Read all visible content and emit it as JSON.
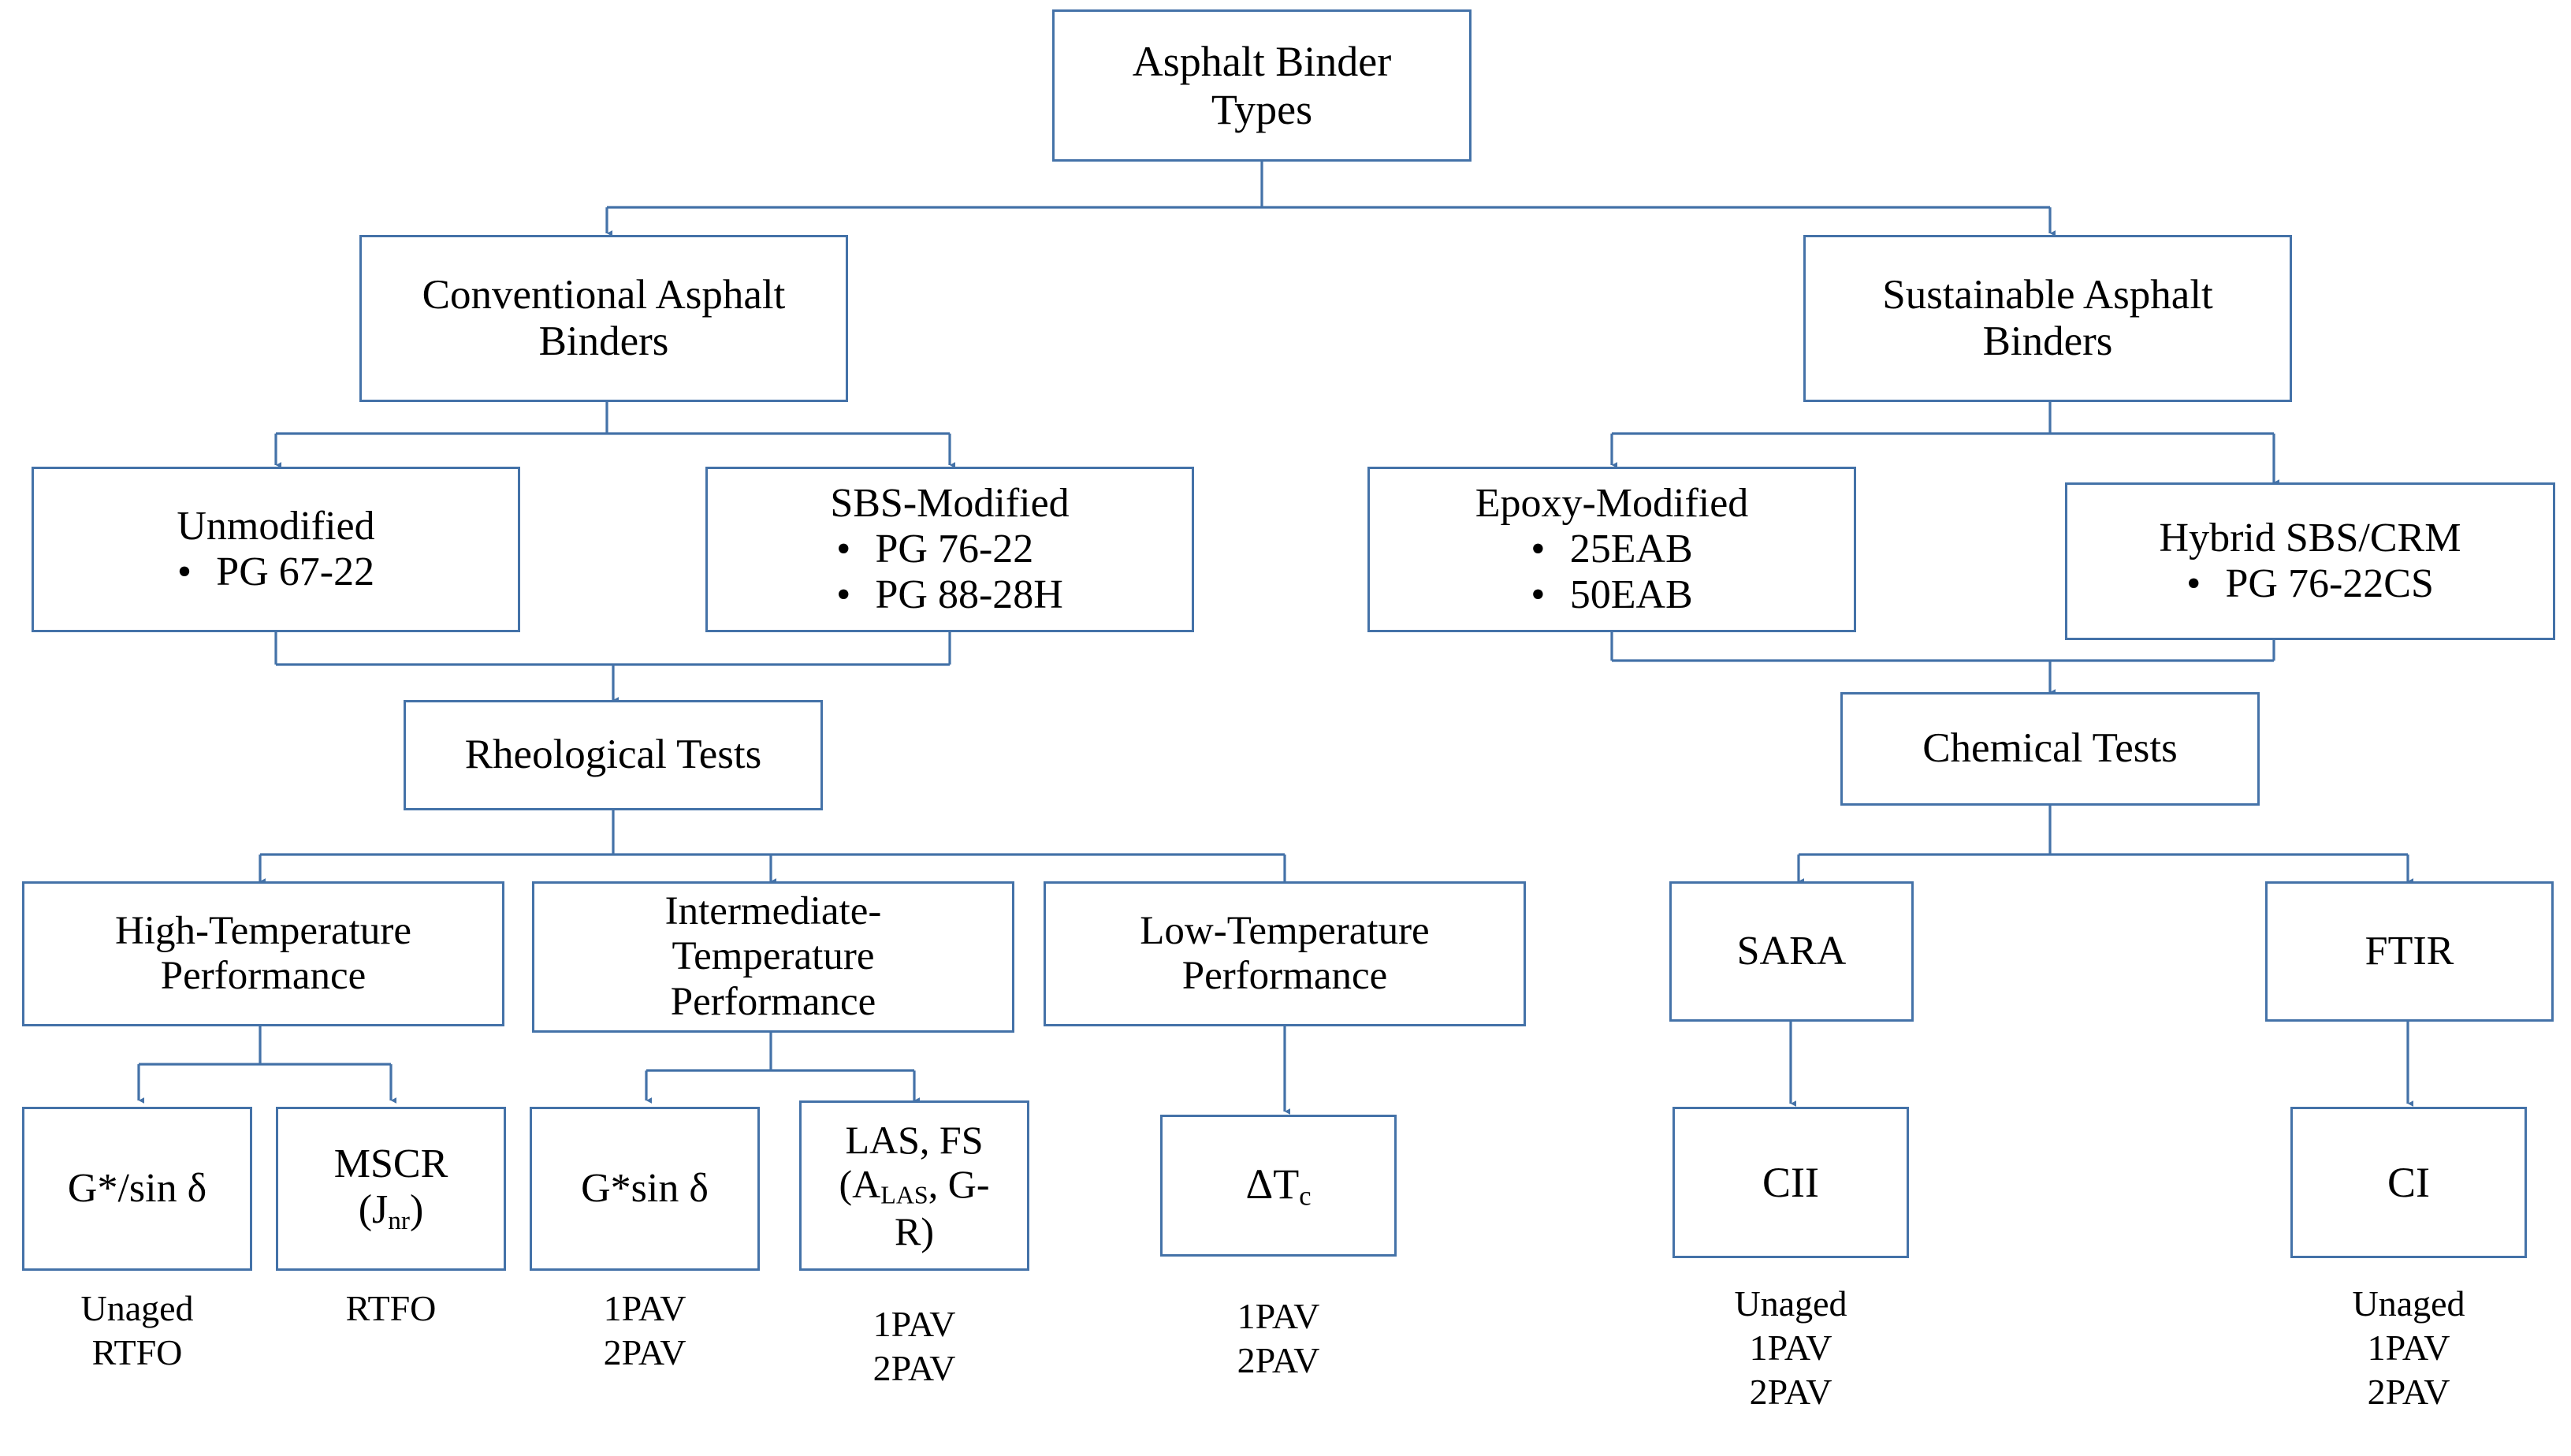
{
  "diagram": {
    "title": "Asphalt Binder Types",
    "line_color": "#4472a8",
    "text_color": "#000000",
    "background": "#ffffff"
  },
  "nodes": {
    "root": {
      "label": "Asphalt Binder\nTypes"
    },
    "conventional": {
      "label": "Conventional Asphalt\nBinders"
    },
    "sustainable": {
      "label": "Sustainable Asphalt\nBinders"
    },
    "unmodified": {
      "label": "Unmodified",
      "bullets": [
        "PG 67-22"
      ]
    },
    "sbs_modified": {
      "label": "SBS-Modified",
      "bullets": [
        "PG 76-22",
        "PG 88-28H"
      ]
    },
    "epoxy_modified": {
      "label": "Epoxy-Modified",
      "bullets": [
        "25EAB",
        "50EAB"
      ]
    },
    "hybrid": {
      "label": "Hybrid SBS/CRM",
      "bullets": [
        "PG 76-22CS"
      ]
    },
    "rheological_tests": {
      "label": "Rheological Tests"
    },
    "chemical_tests": {
      "label": "Chemical Tests"
    },
    "high_temp": {
      "label": "High-Temperature\nPerformance"
    },
    "intermediate_temp": {
      "label": "Intermediate-\nTemperature\nPerformance"
    },
    "low_temp": {
      "label": "Low-Temperature\nPerformance"
    },
    "sara": {
      "label": "SARA"
    },
    "ftir": {
      "label": "FTIR"
    },
    "g_over_sin": {
      "label": "G*/sin δ"
    },
    "mscr": {
      "label_line1": "MSCR",
      "label_line2_pre": "(J",
      "label_line2_sub": "nr",
      "label_line2_post": ")"
    },
    "g_sin": {
      "label": "G*sin δ"
    },
    "las_fs": {
      "line1": "LAS, FS",
      "line2_pre": "(A",
      "line2_sub": "LAS",
      "line2_post": ", G-",
      "line3": "R)"
    },
    "delta_tc": {
      "pre": "ΔT",
      "sub": "c"
    },
    "cii": {
      "label": "CII"
    },
    "ci": {
      "label": "CI"
    }
  },
  "captions": {
    "g_over_sin_aging": "Unaged\nRTFO",
    "mscr_aging": "RTFO",
    "g_sin_aging": "1PAV\n2PAV",
    "las_fs_aging": "1PAV\n2PAV",
    "delta_tc_aging": "1PAV\n2PAV",
    "cii_aging": "Unaged\n1PAV\n2PAV",
    "ci_aging": "Unaged\n1PAV\n2PAV"
  }
}
